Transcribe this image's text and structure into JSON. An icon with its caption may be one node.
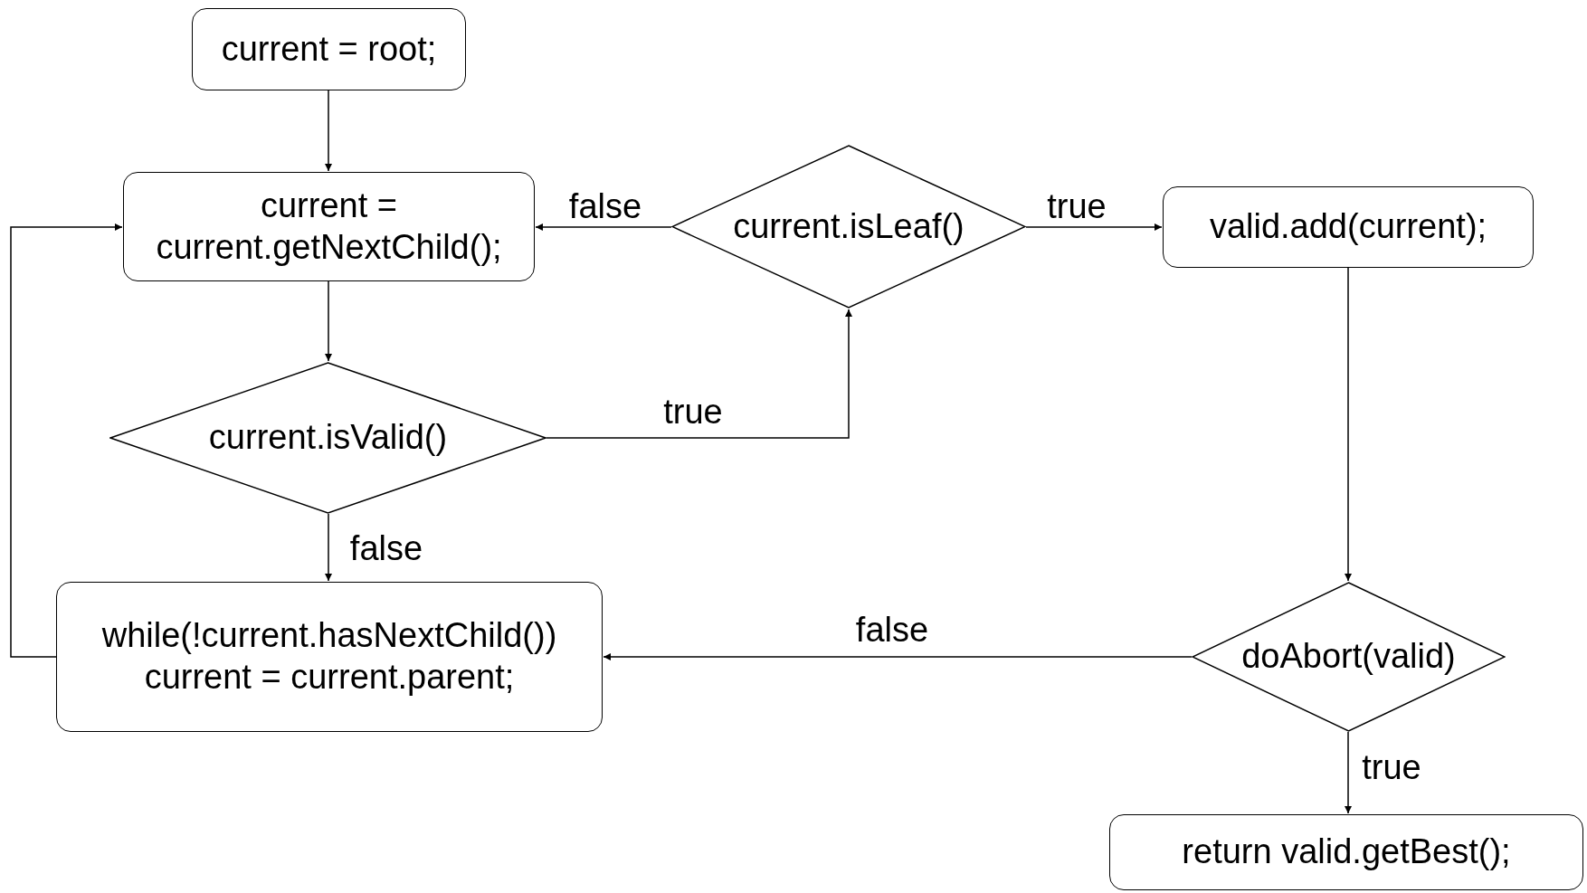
{
  "diagram": {
    "nodes": [
      {
        "text": [
          "current = root;"
        ]
      },
      {
        "text": [
          "current = current.getNextChild();"
        ]
      },
      {
        "text": [
          "current.isLeaf()"
        ]
      },
      {
        "text": [
          "valid.add(current);"
        ]
      },
      {
        "text": [
          "current.isValid()"
        ]
      },
      {
        "text": [
          "while(!current.hasNextChild()) current = current.parent;"
        ]
      },
      {
        "text": [
          "doAbort(valid)"
        ]
      },
      {
        "text": [
          "return valid.getBest();"
        ]
      }
    ],
    "edges": [
      {
        "from": 0,
        "to": 1,
        "arrow": "to"
      },
      {
        "from": 2,
        "to": 1,
        "arrow": "to",
        "label": "false"
      },
      {
        "from": 2,
        "to": 3,
        "arrow": "to",
        "label": "true"
      },
      {
        "from": 1,
        "to": 4,
        "arrow": "to"
      },
      {
        "from": 4,
        "to": 2,
        "arrow": "to",
        "label": "true"
      },
      {
        "from": 3,
        "to": 6,
        "arrow": "to"
      },
      {
        "from": 4,
        "to": 5,
        "arrow": "to",
        "label": "false"
      },
      {
        "from": 6,
        "to": 5,
        "arrow": "to",
        "label": "false"
      },
      {
        "from": 5,
        "to": 1,
        "arrow": "to"
      },
      {
        "from": 6,
        "to": 7,
        "arrow": "to",
        "label": "true"
      }
    ]
  }
}
